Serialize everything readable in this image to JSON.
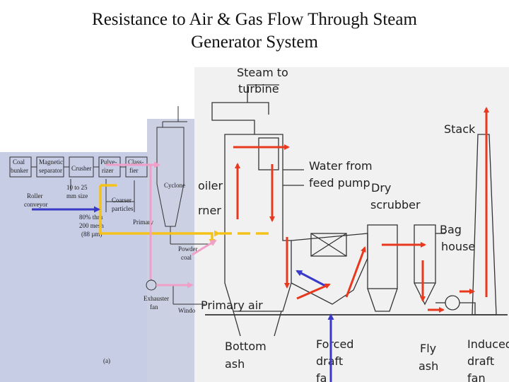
{
  "title": {
    "line1": "Resistance to Air & Gas Flow Through Steam",
    "line2": "Generator System"
  },
  "main_diagram": {
    "steam_to": "Steam to",
    "turbine": "turbine",
    "water_from": "Water from",
    "feed_pump": "feed pump",
    "dry": "Dry",
    "scrubber": "scrubber",
    "stack": "Stack",
    "bag": "Bag",
    "house": "house",
    "boiler_fragment": "oiler",
    "burner_fragment": "rner",
    "primary_air": "Primary air",
    "bottom": "Bottom",
    "ash": "ash",
    "forced": "Forced",
    "draft": "draft",
    "fan_fragment": "fa",
    "fly": "Fly",
    "fly_ash": "ash",
    "induced": "Induced",
    "induced_draft": "draft",
    "induced_fan": "fan"
  },
  "coal_diagram": {
    "coal_1": "Coal",
    "coal_2": "bunker",
    "mag_1": "Magnetic",
    "mag_2": "separator",
    "crusher": "Crusher",
    "pulv_1": "Pulve-",
    "pulv_2": "rizer",
    "class_1": "Class-",
    "class_2": "fier",
    "roller_1": "Roller",
    "roller_2": "conveyor",
    "size_1": "10 to 25",
    "size_2": "mm size",
    "coarser_1": "Coarser",
    "coarser_2": "particles",
    "mesh_1": "80% thru",
    "mesh_2": "200 mesh",
    "mesh_3": "(88 µm)",
    "cyclone": "Cyclone",
    "primary": "Primary",
    "powder_1": "Powder",
    "powder_2": "coal",
    "exhaust_1": "Exhauster",
    "exhaust_2": "fan",
    "window": "Windo",
    "fig": "(a)"
  },
  "colors": {
    "red_arrow": "#e8391f",
    "blue_arrow": "#3a3ac8",
    "yellow_arrow": "#f5c21a",
    "pink_arrow": "#f0a0c8"
  }
}
